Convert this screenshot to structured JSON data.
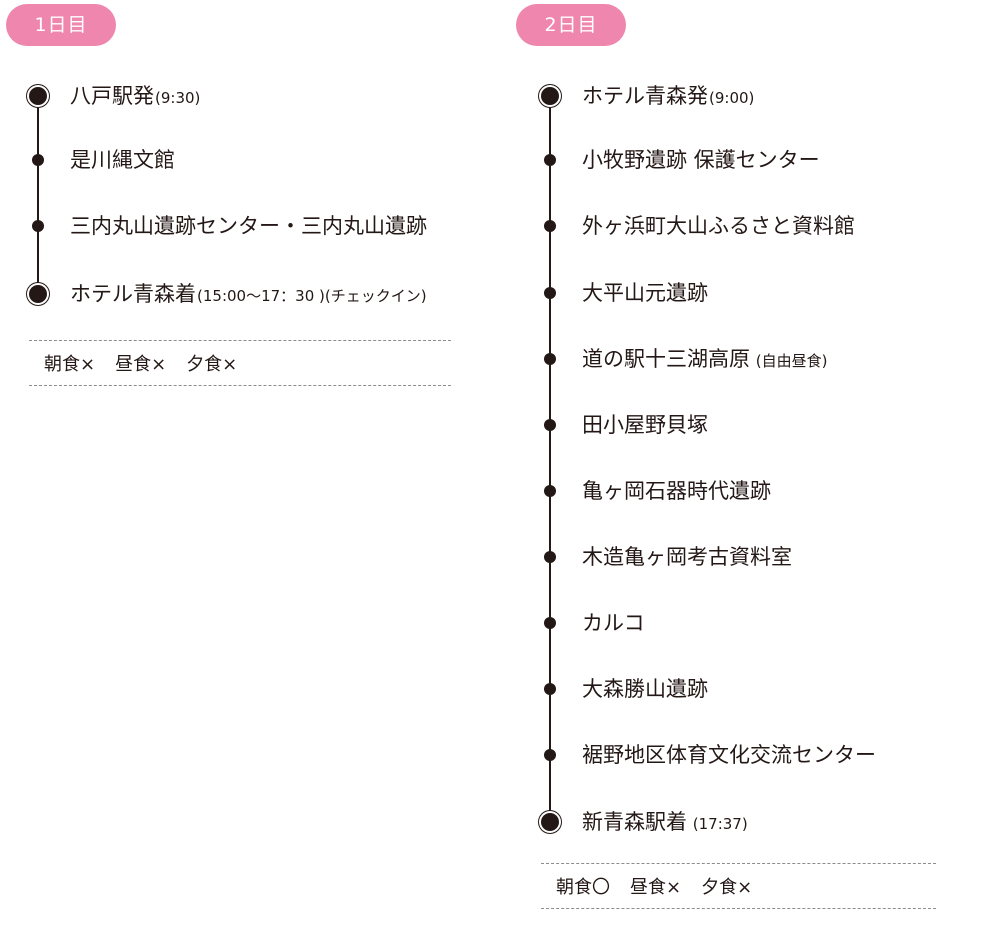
{
  "day1": {
    "badge": "1日目",
    "stops": [
      {
        "name": "八戸駅発",
        "note": "(9:30)"
      },
      {
        "name": "是川縄文館",
        "note": ""
      },
      {
        "name": "三内丸山遺跡センター・三内丸山遺跡",
        "note": ""
      },
      {
        "name": "ホテル青森着",
        "note": "(15:00～17：30 )(チェックイン)"
      }
    ],
    "meals": [
      "朝食×",
      "昼食×",
      "夕食×"
    ]
  },
  "day2": {
    "badge": "2日目",
    "stops": [
      {
        "name": "ホテル青森発",
        "note": "(9:00)"
      },
      {
        "name": "小牧野遺跡 保護センター",
        "note": ""
      },
      {
        "name": "外ヶ浜町大山ふるさと資料館",
        "note": ""
      },
      {
        "name": "大平山元遺跡",
        "note": ""
      },
      {
        "name": "道の駅十三湖高原",
        "note": " (自由昼食)"
      },
      {
        "name": "田小屋野貝塚",
        "note": ""
      },
      {
        "name": "亀ヶ岡石器時代遺跡",
        "note": ""
      },
      {
        "name": "木造亀ヶ岡考古資料室",
        "note": ""
      },
      {
        "name": "カルコ",
        "note": ""
      },
      {
        "name": "大森勝山遺跡",
        "note": ""
      },
      {
        "name": "裾野地区体育文化交流センター",
        "note": ""
      },
      {
        "name": "新青森駅着",
        "note": " (17:37)"
      }
    ],
    "meals": [
      "朝食〇",
      "昼食×",
      "夕食×"
    ]
  },
  "colors": {
    "badge": "#ee86ad",
    "ink": "#231815",
    "rule": "#8c8c8c"
  }
}
